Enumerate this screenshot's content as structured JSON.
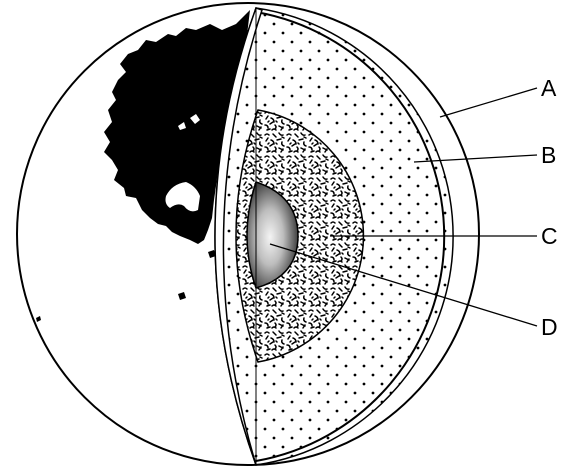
{
  "diagram": {
    "labels": [
      {
        "id": "crust",
        "text": "A"
      },
      {
        "id": "mantle",
        "text": "B"
      },
      {
        "id": "outer-core",
        "text": "C"
      },
      {
        "id": "inner-core",
        "text": "D"
      }
    ]
  },
  "colors": {
    "line": "#000000",
    "land": "#000000",
    "background": "#ffffff",
    "inner_core_light": "#f2f2f2",
    "inner_core_dark": "#1a1a1a"
  }
}
